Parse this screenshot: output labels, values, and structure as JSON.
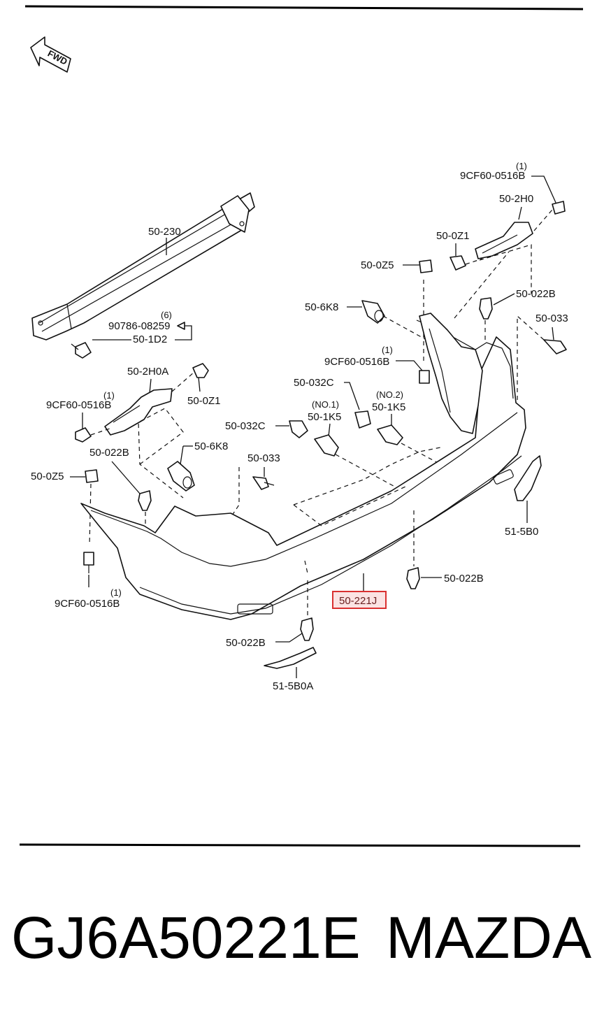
{
  "fwd_label": "FWD",
  "labels": {
    "reinforcement": "50-230",
    "qty6": "(6)",
    "bolt_90786": "90786-08259",
    "absorber": "50-1D2",
    "bracket_left": "50-2H0A",
    "clip_0z1_left": "50-0Z1",
    "qty1_left_bracket": "(1)",
    "screw_9cf_left_bracket": "9CF60-0516B",
    "clip_022b_left": "50-022B",
    "clip_0z5_left": "50-0Z5",
    "qty1_bottom_left": "(1)",
    "screw_9cf_bottom_left": "9CF60-0516B",
    "plate_6k8_left": "50-6K8",
    "screw_033_left": "50-033",
    "nut_032c_left": "50-032C",
    "no1": "(NO.1)",
    "clip_1k5_no1": "50-1K5",
    "nut_032c_right": "50-032C",
    "no2": "(NO.2)",
    "clip_1k5_no2": "50-1K5",
    "qty1_mid": "(1)",
    "screw_9cf_mid": "9CF60-0516B",
    "plate_6k8_right": "50-6K8",
    "clip_0z5_right": "50-0Z5",
    "clip_0z1_right": "50-0Z1",
    "bracket_right": "50-2H0",
    "qty1_top_right": "(1)",
    "screw_9cf_top_right": "9CF60-0516B",
    "clip_022b_right": "50-022B",
    "screw_033_right": "50-033",
    "side_molding": "51-5B0",
    "clip_022b_lower_right": "50-022B",
    "bumper_fascia": "50-221J",
    "clip_022b_bottom": "50-022B",
    "lower_molding": "51-5B0A"
  },
  "caption": {
    "part_number": "GJ6A50221E",
    "brand": "MAZDA"
  },
  "colors": {
    "highlight_border": "#d93030",
    "highlight_fill": "#fbe3e3"
  }
}
